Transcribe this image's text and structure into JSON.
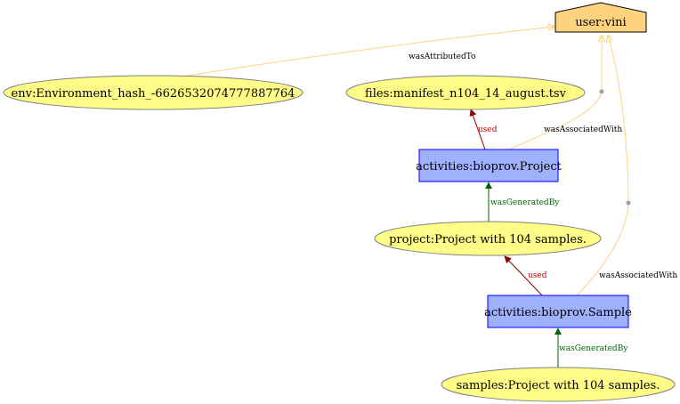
{
  "diagram": {
    "agents": {
      "user_vini": {
        "label": "user:vini"
      }
    },
    "entities": {
      "env": {
        "label": "env:Environment_hash_-6626532074777887764"
      },
      "manifest": {
        "label": "files:manifest_n104_14_august.tsv"
      },
      "project_entity": {
        "label": "project:Project with 104 samples."
      },
      "samples_entity": {
        "label": "samples:Project with 104 samples."
      }
    },
    "activities": {
      "project": {
        "label": "activities:bioprov.Project"
      },
      "sample": {
        "label": "activities:bioprov.Sample"
      }
    },
    "edges": {
      "env_attributed": {
        "label": "wasAttributedTo"
      },
      "project_used": {
        "label": "used"
      },
      "project_associated": {
        "label": "wasAssociatedWith"
      },
      "project_generated": {
        "label": "wasGeneratedBy"
      },
      "sample_used": {
        "label": "used"
      },
      "sample_associated": {
        "label": "wasAssociatedWith"
      },
      "samples_generated": {
        "label": "wasGeneratedBy"
      }
    },
    "colors": {
      "agent_fill": "#FED37F",
      "entity_fill": "#FFFC87",
      "entity_stroke": "#808080",
      "activity_fill": "#9FB1FC",
      "activity_stroke": "#0000FF",
      "used_edge": "#8B0000",
      "generated_edge": "#006400",
      "association_edge": "#FED37F",
      "dot": "#A0A0A0"
    }
  }
}
